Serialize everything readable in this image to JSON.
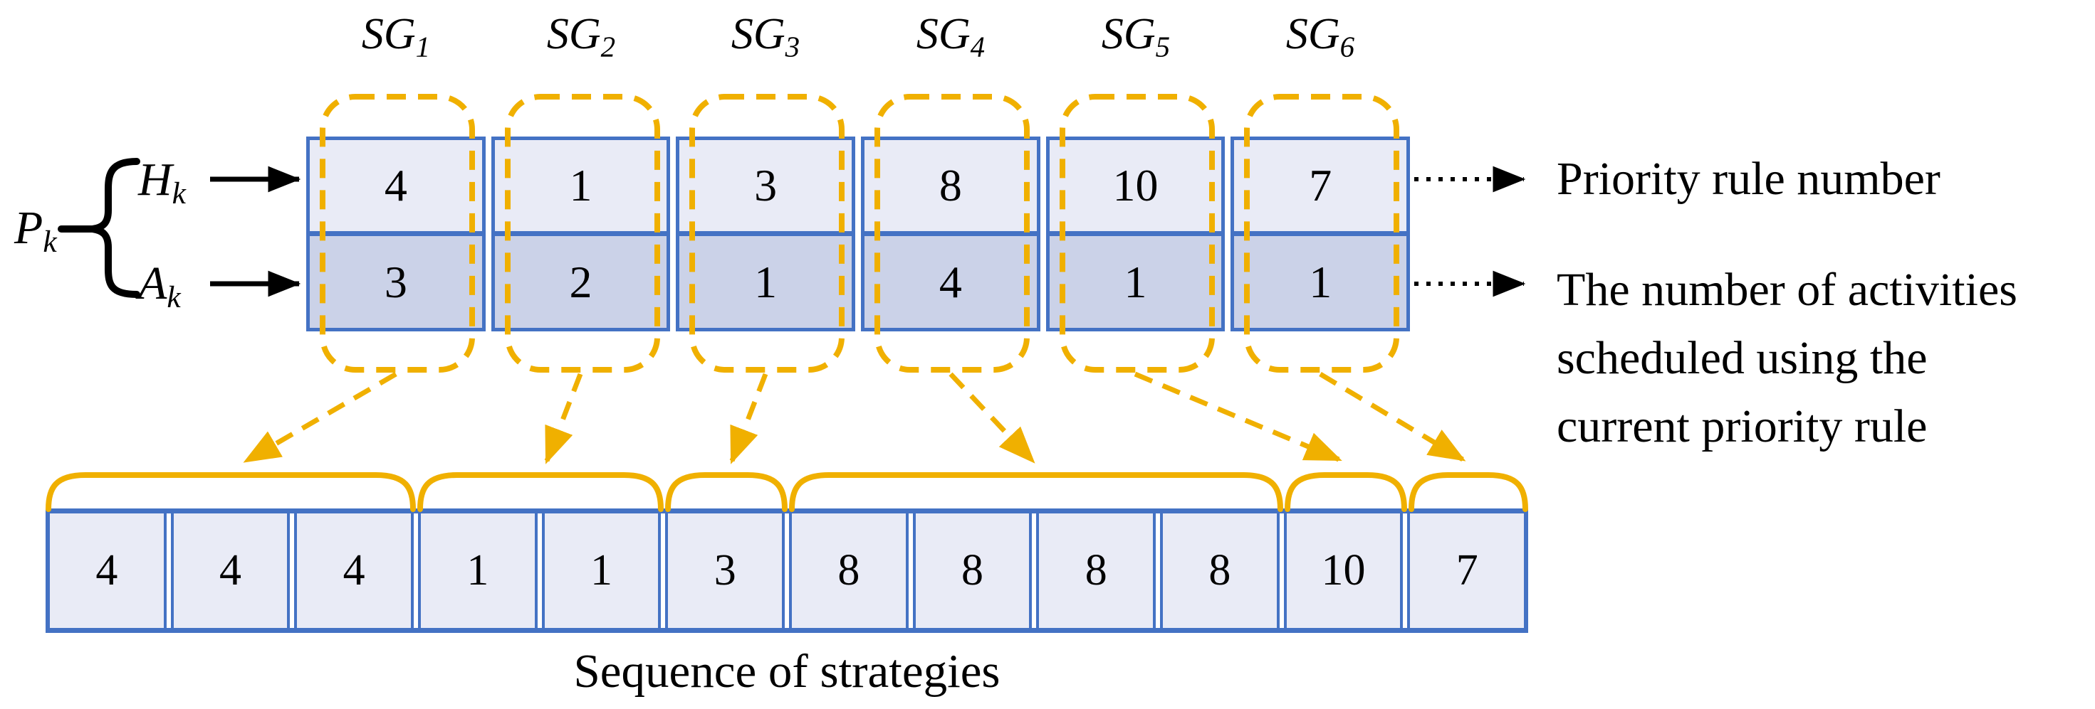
{
  "figure": {
    "pk": {
      "base": "P",
      "sub": "k"
    },
    "hk": {
      "base": "H",
      "sub": "k"
    },
    "ak": {
      "base": "A",
      "sub": "k"
    },
    "groups": [
      {
        "base": "SG",
        "sub": "1"
      },
      {
        "base": "SG",
        "sub": "2"
      },
      {
        "base": "SG",
        "sub": "3"
      },
      {
        "base": "SG",
        "sub": "4"
      },
      {
        "base": "SG",
        "sub": "5"
      },
      {
        "base": "SG",
        "sub": "6"
      }
    ],
    "h_values": [
      "4",
      "1",
      "3",
      "8",
      "10",
      "7"
    ],
    "a_values": [
      "3",
      "2",
      "1",
      "4",
      "1",
      "1"
    ],
    "sequence": [
      "4",
      "4",
      "4",
      "1",
      "1",
      "3",
      "8",
      "8",
      "8",
      "8",
      "10",
      "7"
    ],
    "annotations": {
      "h_row": "Priority rule number",
      "a_row_lines": [
        "The number of activities",
        "scheduled using the",
        "current priority rule"
      ]
    },
    "caption": "Sequence of strategies",
    "colors": {
      "border_blue": "#4472C4",
      "gold": "#F0B000",
      "h_row_fill": "#E9EBF6",
      "a_row_fill": "#CBD2E8",
      "sequence_fill": "#E9EBF6",
      "text": "#000000"
    }
  }
}
